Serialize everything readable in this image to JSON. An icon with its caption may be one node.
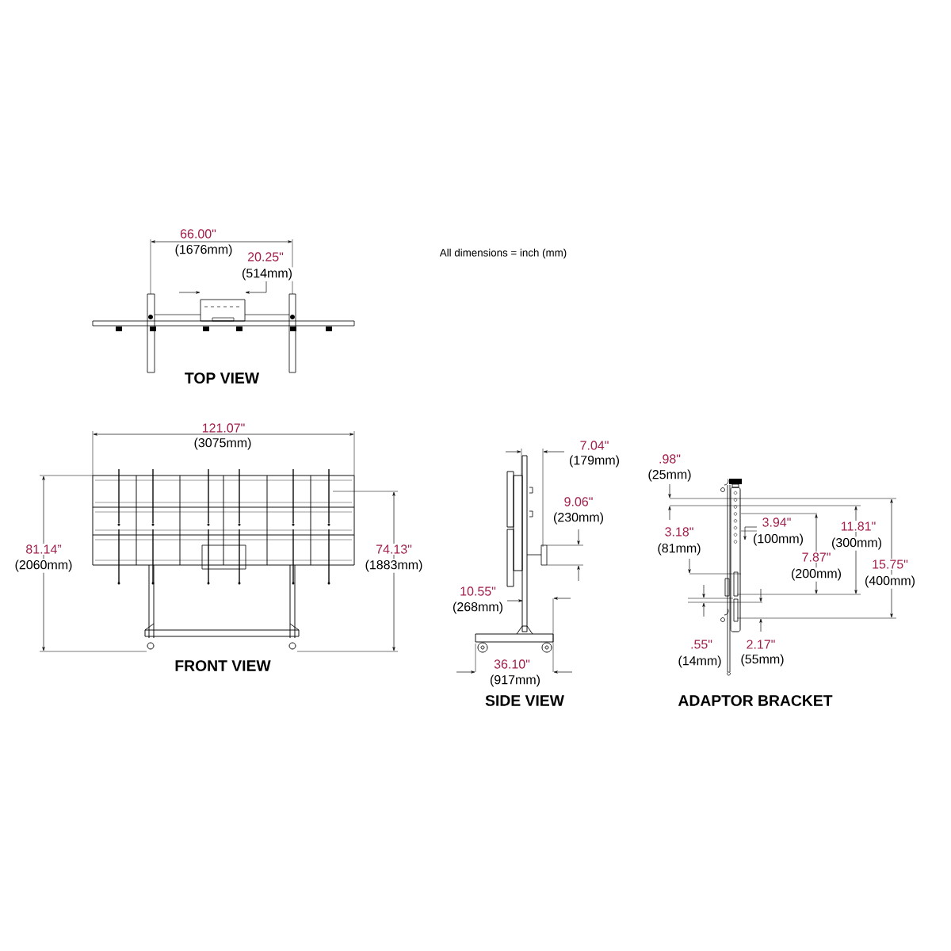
{
  "diagram": {
    "labels": [
      "66.00\"",
      "(1676mm)",
      "20.25\"",
      "(514mm)",
      "All dimensions = inch (mm)",
      "TOP VIEW",
      "121.07\"",
      "(3075mm)",
      "81.14”",
      "(2060mm)",
      "74.13\"",
      "(1883mm)",
      "FRONT VIEW",
      "7.04\"",
      "(179mm)",
      "9.06\"",
      "(230mm)",
      "10.55\"",
      "(268mm)",
      "36.10\"",
      "(917mm)",
      "SIDE VIEW",
      ".98\"",
      "(25mm)",
      "3.18\"",
      "(81mm)",
      "3.94\"",
      "(100mm)",
      "11.81\"",
      "(300mm)",
      "7.87\"",
      "(200mm)",
      "15.75\"",
      "(400mm)",
      ".55\"",
      "(14mm)",
      "2.17\"",
      "(55mm)",
      "ADAPTOR BRACKET"
    ]
  }
}
